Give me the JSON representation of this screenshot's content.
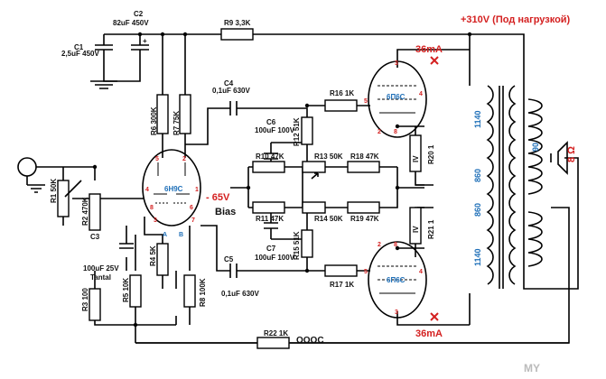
{
  "supply": "+310V (Под нагрузкой)",
  "bias_voltage": "- 65V",
  "bias_label": "Bias",
  "feedback": "ОООС",
  "current_top": "36mA",
  "current_bottom": "36mA",
  "tube_driver": "6Н9С",
  "tube_out_top": "6П6С",
  "tube_out_bottom": "6П6С",
  "components": {
    "C1": "C1",
    "C1v": "2,5uF 450V",
    "C2": "C2",
    "C2v": "82uF 450V",
    "R9": "R9 3,3K",
    "C4": "C4",
    "C4v": "0,1uF 630V",
    "C5": "C5",
    "C5v": "0,1uF 630V",
    "C6": "C6",
    "C6v": "100uF 100V",
    "C7": "C7",
    "C7v": "100uF 100V",
    "C3": "C3",
    "C3v1": "100uF 25V",
    "C3v2": "Tantal",
    "R1": "R1 50K",
    "R2": "R2 470K",
    "R3": "R3 100",
    "R4": "R4 5K",
    "R5": "R5 10K",
    "R6": "R6 300K",
    "R7": "R7 75K",
    "R8": "R8 100K",
    "R10": "R10 47K",
    "R11": "R11 47K",
    "R12": "R12 51K",
    "R13": "R13 50K",
    "R14": "R14 50K",
    "R15": "R15 51K",
    "R16": "R16 1K",
    "R17": "R17 1K",
    "R18": "R18 47K",
    "R19": "R19 47K",
    "R20": "R20 1",
    "R21": "R21 1",
    "R22": "R22 1K",
    "IV": "IV"
  },
  "winding": {
    "p1": "1140",
    "p2": "860",
    "p3": "860",
    "p4": "1140",
    "s": "90",
    "ohm": "8 Ω"
  },
  "pins": {
    "dA": "A",
    "dB": "B",
    "d5": "5",
    "d2": "2",
    "d4": "4",
    "d1": "1",
    "d8": "8",
    "d6": "6",
    "d3": "3",
    "d7": "7",
    "t5": "5",
    "t3": "3",
    "t4": "4",
    "t2": "2",
    "t8": "8",
    "b5": "5",
    "b3": "3",
    "b4": "4",
    "b2": "2",
    "b8": "8"
  },
  "watermark": "MY"
}
